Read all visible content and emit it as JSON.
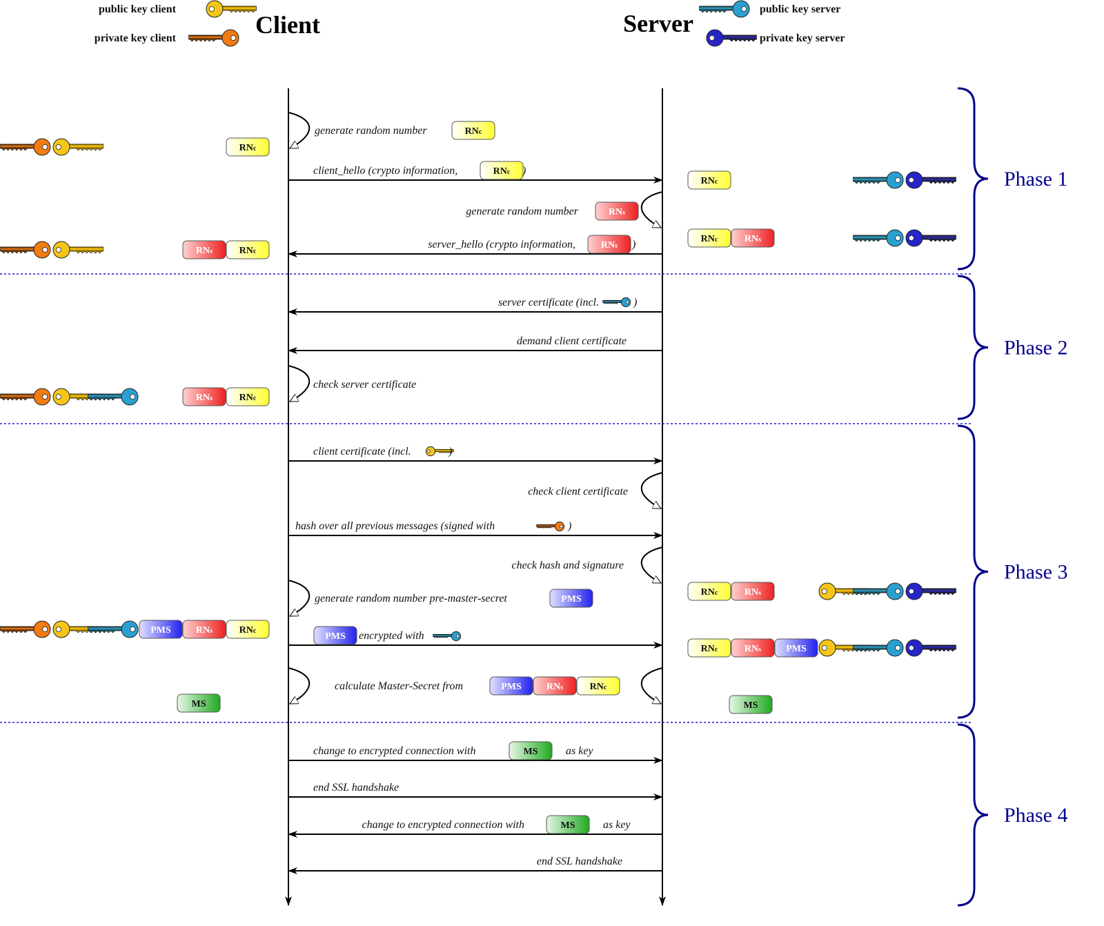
{
  "title": {
    "client": "Client",
    "server": "Server"
  },
  "legend": {
    "public_key_client": "public key client",
    "private_key_client": "private key client",
    "public_key_server": "public key server",
    "private_key_server": "private key server"
  },
  "colors": {
    "key_client_public": "#f5c518",
    "key_client_private": "#f07c12",
    "key_server_public": "#2aa0d0",
    "key_server_private": "#2626c8",
    "token_rnc": "#ffff66",
    "token_rns": "#ee3333",
    "token_pms": "#3333ee",
    "token_ms": "#33bb33",
    "phase": "#00008b"
  },
  "tokens": {
    "rnc": "RNc",
    "rns": "RNs",
    "pms": "PMS",
    "ms": "MS"
  },
  "phases": [
    "Phase 1",
    "Phase 2",
    "Phase 3",
    "Phase 4"
  ],
  "messages": [
    {
      "id": "m1",
      "type": "self-client",
      "text": "generate random number",
      "tokens": [
        "rnc"
      ]
    },
    {
      "id": "m2",
      "type": "client-to-server",
      "text": "client_hello (crypto information,",
      "tokens": [
        "rnc"
      ],
      "suffix": ")"
    },
    {
      "id": "m3",
      "type": "self-server",
      "text": "generate random number",
      "tokens": [
        "rns"
      ]
    },
    {
      "id": "m4",
      "type": "server-to-client",
      "text": "server_hello (crypto information,",
      "tokens": [
        "rns"
      ],
      "suffix": ")"
    },
    {
      "id": "m5",
      "type": "server-to-client",
      "text": "server certificate (incl.",
      "keys": [
        "server_public"
      ],
      "suffix": ")"
    },
    {
      "id": "m6",
      "type": "server-to-client",
      "text": "demand client certificate"
    },
    {
      "id": "m7",
      "type": "self-client",
      "text": "check server certificate"
    },
    {
      "id": "m8",
      "type": "client-to-server",
      "text": "client certificate (incl.",
      "keys": [
        "client_public"
      ],
      "suffix": ")"
    },
    {
      "id": "m9",
      "type": "self-server",
      "text": "check client certificate"
    },
    {
      "id": "m10",
      "type": "client-to-server",
      "text": "hash over all previous messages (signed with",
      "keys": [
        "client_private"
      ],
      "suffix": ")"
    },
    {
      "id": "m11",
      "type": "self-server",
      "text": "check hash and signature"
    },
    {
      "id": "m12",
      "type": "self-client",
      "text": "generate random number pre-master-secret",
      "tokens": [
        "pms"
      ]
    },
    {
      "id": "m13",
      "type": "client-to-server",
      "text": "encrypted with",
      "tokens_before": [
        "pms"
      ],
      "keys": [
        "server_public"
      ]
    },
    {
      "id": "m14",
      "type": "self-both",
      "text": "calculate Master-Secret from",
      "tokens": [
        "pms",
        "rns",
        "rnc"
      ]
    },
    {
      "id": "m15",
      "type": "client-to-server",
      "text": "change to encrypted connection with",
      "tokens": [
        "ms"
      ],
      "suffix": "as key"
    },
    {
      "id": "m16",
      "type": "client-to-server",
      "text": "end SSL handshake"
    },
    {
      "id": "m17",
      "type": "server-to-client",
      "text": "change to encrypted connection with",
      "tokens": [
        "ms"
      ],
      "suffix": "as key"
    },
    {
      "id": "m18",
      "type": "server-to-client",
      "text": "end SSL handshake"
    }
  ],
  "client_state": [
    {
      "keys": [
        "client_private",
        "client_public"
      ],
      "tokens": [
        "rnc"
      ]
    },
    {
      "keys": [
        "client_private",
        "client_public"
      ],
      "tokens": [
        "rns",
        "rnc"
      ]
    },
    {
      "keys": [
        "client_private",
        "client_public",
        "server_public"
      ],
      "tokens": [
        "rns",
        "rnc"
      ]
    },
    {
      "keys": [
        "client_private",
        "client_public",
        "server_public"
      ],
      "tokens": [
        "pms",
        "rns",
        "rnc"
      ]
    },
    {
      "keys": [],
      "tokens": [
        "ms"
      ]
    }
  ],
  "server_state": [
    {
      "tokens": [
        "rnc"
      ],
      "keys": [
        "server_public",
        "server_private"
      ]
    },
    {
      "tokens": [
        "rnc",
        "rns"
      ],
      "keys": [
        "server_public",
        "server_private"
      ]
    },
    {
      "tokens": [
        "rnc",
        "rns"
      ],
      "keys": [
        "client_public",
        "server_public",
        "server_private"
      ]
    },
    {
      "tokens": [
        "rnc",
        "rns",
        "pms"
      ],
      "keys": [
        "client_public",
        "server_public",
        "server_private"
      ]
    },
    {
      "tokens": [
        "ms"
      ],
      "keys": []
    }
  ]
}
